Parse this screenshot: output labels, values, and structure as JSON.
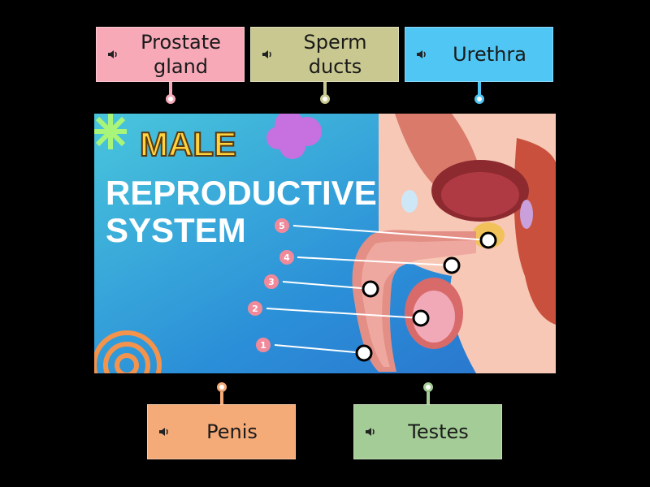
{
  "labels": {
    "prostate": {
      "text": "Prostate\ngland",
      "color": "#f7a9b8",
      "icon": "speaker-icon"
    },
    "sperm_ducts": {
      "text": "Sperm\nducts",
      "color": "#c8c890",
      "icon": "speaker-icon"
    },
    "urethra": {
      "text": "Urethra",
      "color": "#4fc6f4",
      "icon": "speaker-icon"
    },
    "penis": {
      "text": "Penis",
      "color": "#f5ab78",
      "icon": "speaker-icon"
    },
    "testes": {
      "text": "Testes",
      "color": "#a4cc96",
      "icon": "speaker-icon"
    }
  },
  "diagram": {
    "title_line1": "MALE",
    "title_line2": "REPRODUCTIVE",
    "title_line3": "SYSTEM",
    "numbers": [
      "5",
      "4",
      "3",
      "2",
      "1"
    ]
  },
  "colors": {
    "background": "#000000",
    "title_yellow": "#ffd23f",
    "number_badge": "#f08a9a"
  }
}
